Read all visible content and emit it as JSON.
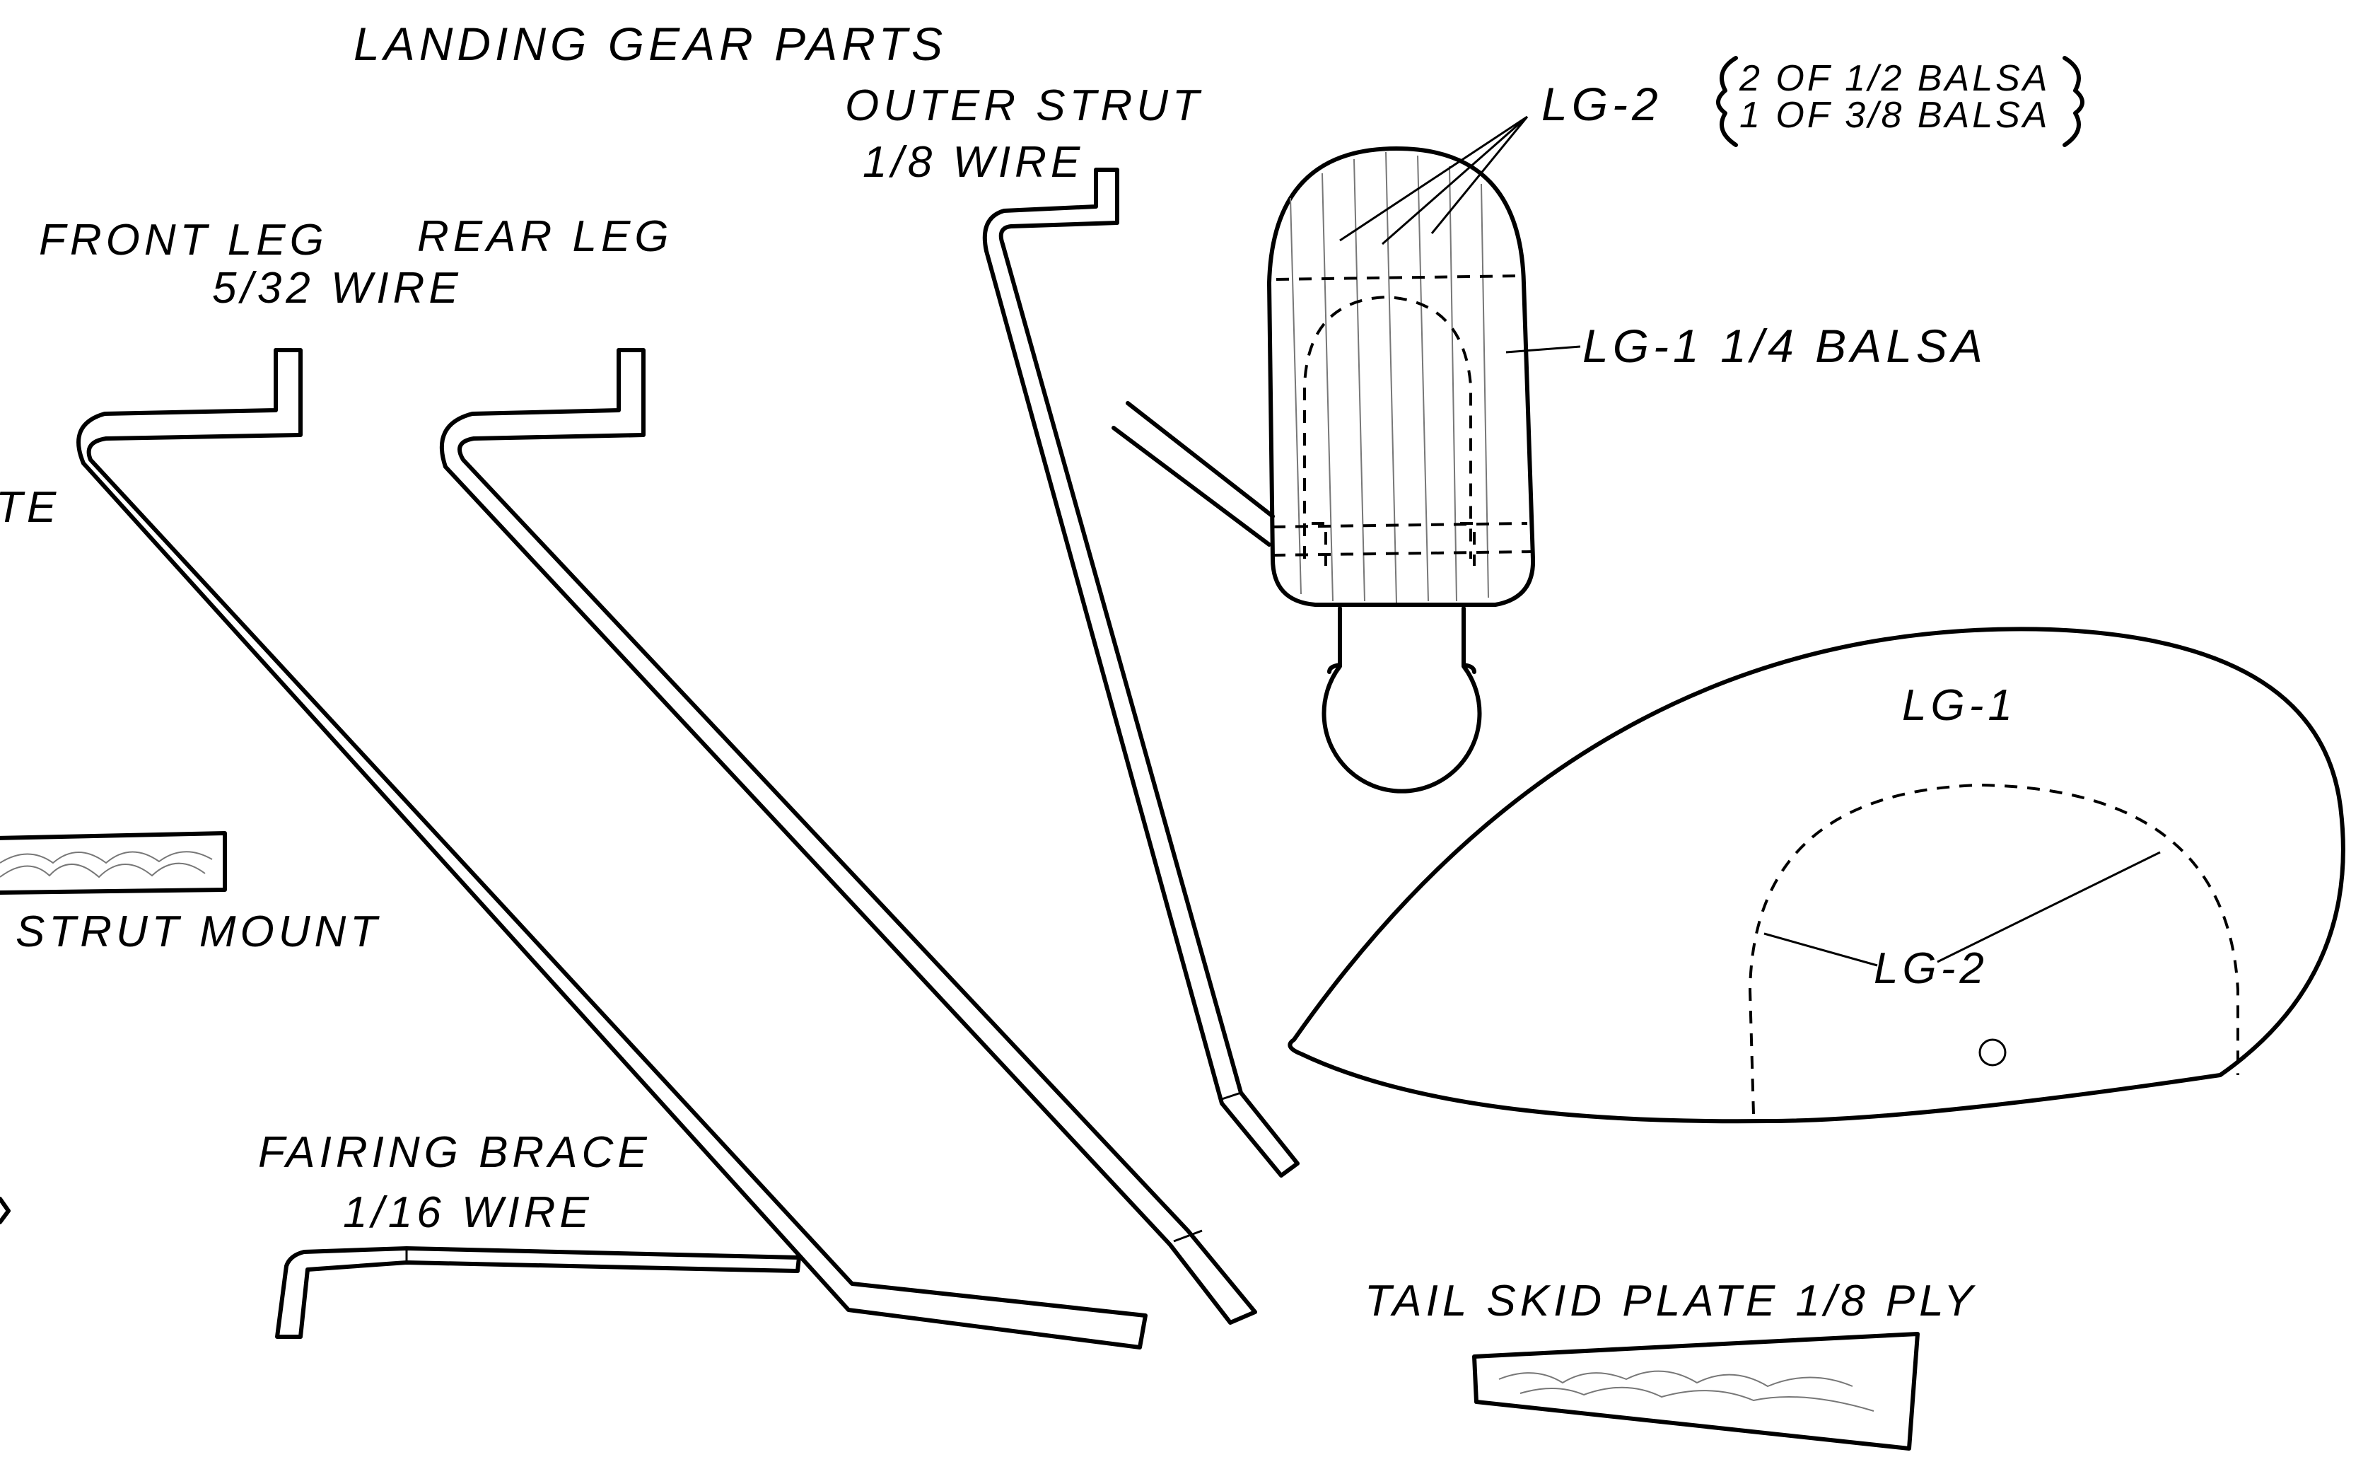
{
  "title": "LANDING GEAR PARTS",
  "labels": {
    "outer_strut": "OUTER STRUT",
    "outer_strut_wire": "1/8 WIRE",
    "front_leg": "FRONT LEG",
    "rear_leg": "REAR LEG",
    "legs_wire": "5/32 WIRE",
    "lg2": "LG-2",
    "lg2_spec_line1": "2 OF 1/2 BALSA",
    "lg2_spec_line2": "1 OF 3/8 BALSA",
    "lg1_spec": "LG-1   1/4 BALSA",
    "partial_te": "TE",
    "strut_mount": "STRUT MOUNT",
    "lg1_side": "LG-1",
    "lg2_side": "LG-2",
    "fairing_brace": "FAIRING BRACE",
    "fairing_brace_wire": "1/16 WIRE",
    "tail_skid_plate": "TAIL SKID PLATE 1/8 PLY"
  }
}
